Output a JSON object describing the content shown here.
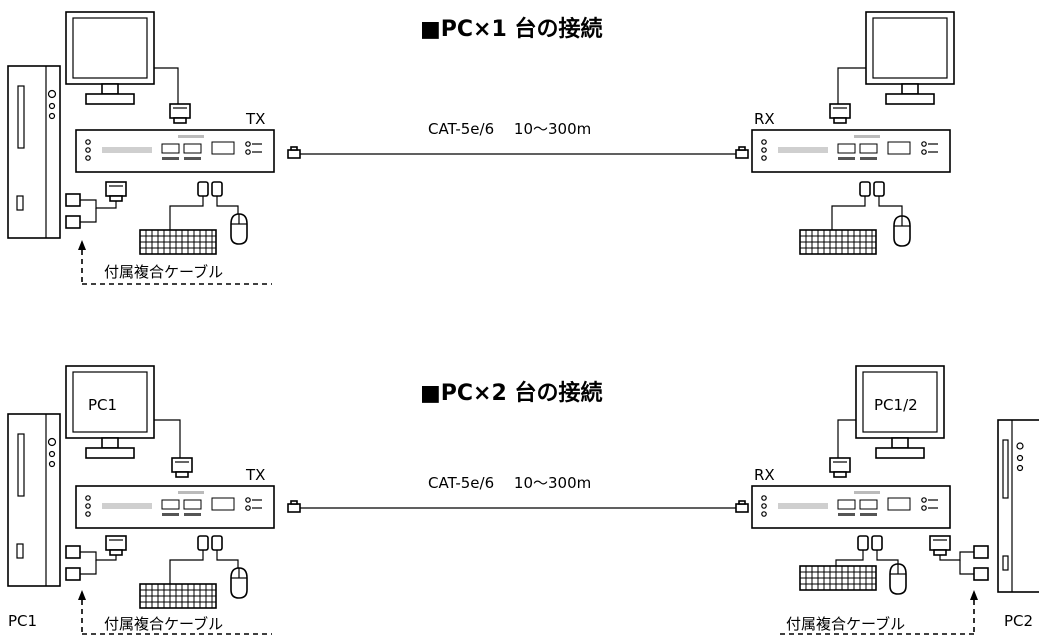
{
  "section1": {
    "title": "■PC×1 台の接続",
    "tx_label": "TX",
    "rx_label": "RX",
    "cable_label": "CAT-5e/6　 10～300m",
    "composite_cable_label": "付属複合ケーブル"
  },
  "section2": {
    "title": "■PC×2 台の接続",
    "tx_label": "TX",
    "rx_label": "RX",
    "cable_label": "CAT-5e/6　 10～300m",
    "monitor_left_label": "PC1",
    "monitor_right_label": "PC1/2",
    "pc_left_label": "PC1",
    "pc_right_label": "PC2",
    "composite_cable_left_label": "付属複合ケーブル",
    "composite_cable_right_label": "付属複合ケーブル"
  }
}
